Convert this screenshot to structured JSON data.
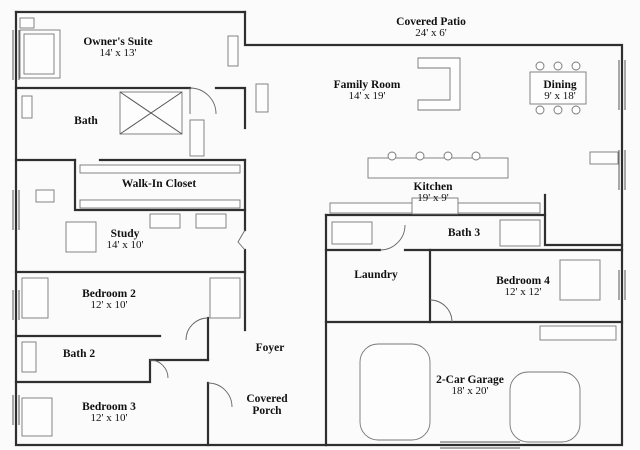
{
  "rooms": {
    "covered_patio": {
      "name": "Covered Patio",
      "size": "24' x 6'"
    },
    "owners_suite": {
      "name": "Owner's Suite",
      "size": "14' x 13'"
    },
    "family_room": {
      "name": "Family Room",
      "size": "14' x 19'"
    },
    "dining": {
      "name": "Dining",
      "size": "9' x 18'"
    },
    "bath": {
      "name": "Bath"
    },
    "walk_in_closet": {
      "name": "Walk-In Closet"
    },
    "kitchen": {
      "name": "Kitchen",
      "size": "19' x 9'"
    },
    "study": {
      "name": "Study",
      "size": "14' x 10'"
    },
    "bath_3": {
      "name": "Bath 3"
    },
    "laundry": {
      "name": "Laundry"
    },
    "bedroom_4": {
      "name": "Bedroom 4",
      "size": "12' x 12'"
    },
    "bedroom_2": {
      "name": "Bedroom 2",
      "size": "12' x 10'"
    },
    "foyer": {
      "name": "Foyer"
    },
    "bath_2": {
      "name": "Bath 2"
    },
    "garage": {
      "name": "2-Car Garage",
      "size": "18' x 20'"
    },
    "bedroom_3": {
      "name": "Bedroom 3",
      "size": "12' x 10'"
    },
    "covered_porch": {
      "name": "Covered Porch"
    }
  }
}
